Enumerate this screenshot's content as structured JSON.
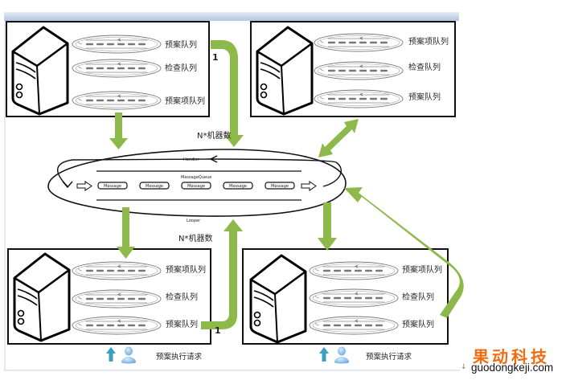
{
  "diagram": {
    "servers": [
      {
        "id": "top-left",
        "queues": [
          "预案队列",
          "检查队列",
          "预案项队列"
        ]
      },
      {
        "id": "top-right",
        "queues": [
          "预案项队列",
          "检查队列",
          "预案队列"
        ]
      },
      {
        "id": "bottom-left",
        "queues": [
          "预案项队列",
          "检查队列",
          "预案队列"
        ],
        "request_label": "预案执行请求"
      },
      {
        "id": "bottom-right",
        "queues": [
          "预案项队列",
          "检查队列",
          "预案队列"
        ],
        "request_label": "预案执行请求"
      }
    ],
    "central_loop": {
      "handler_label": "Handler",
      "queue_label": "MessageQueue",
      "looper_label": "Looper",
      "messages": [
        "Message",
        "Message",
        "Message",
        "Message",
        "Message"
      ]
    },
    "machine_count_label_top": "N*机器数",
    "machine_count_label_bottom": "N*机器数",
    "multiplicity_top": "1",
    "multiplicity_bottom": "1",
    "arrow_color": "#8db84a",
    "request_arrow_color": "#3a9fc0",
    "user_icon_color": "#8fbfe8"
  },
  "watermark": {
    "brand_cn": "果动科技",
    "brand_en": "guodongkeji.com",
    "brand_color": "#f26b0f",
    "mark": "↓"
  }
}
